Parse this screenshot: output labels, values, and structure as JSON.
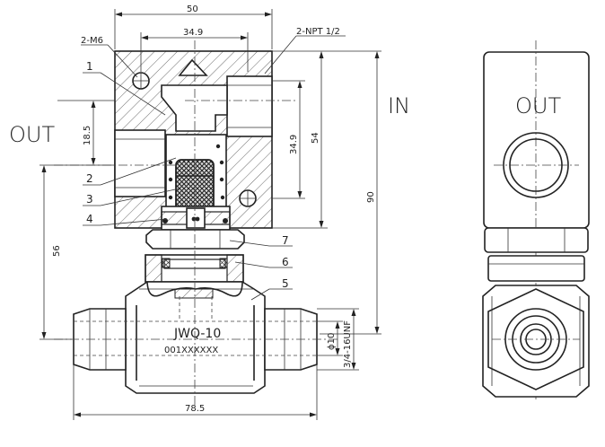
{
  "labels": {
    "out_left": "OUT",
    "in": "IN",
    "out_right": "OUT",
    "model": "JWQ-10",
    "serial": "001XXXXXX"
  },
  "dimensions": {
    "top_width": "50",
    "hole_spacing": "34.9",
    "port_height": "18.5",
    "inner_height": "34.9",
    "block_height": "54",
    "overall_height": "90",
    "lower_height": "56",
    "overall_width": "78.5",
    "bore": "ϕ10",
    "thread": "3/4-16UNF"
  },
  "callouts": {
    "mount_holes": "2-M6",
    "port_thread": "2-NPT 1/2",
    "parts": [
      "1",
      "2",
      "3",
      "4",
      "5",
      "6",
      "7"
    ]
  }
}
